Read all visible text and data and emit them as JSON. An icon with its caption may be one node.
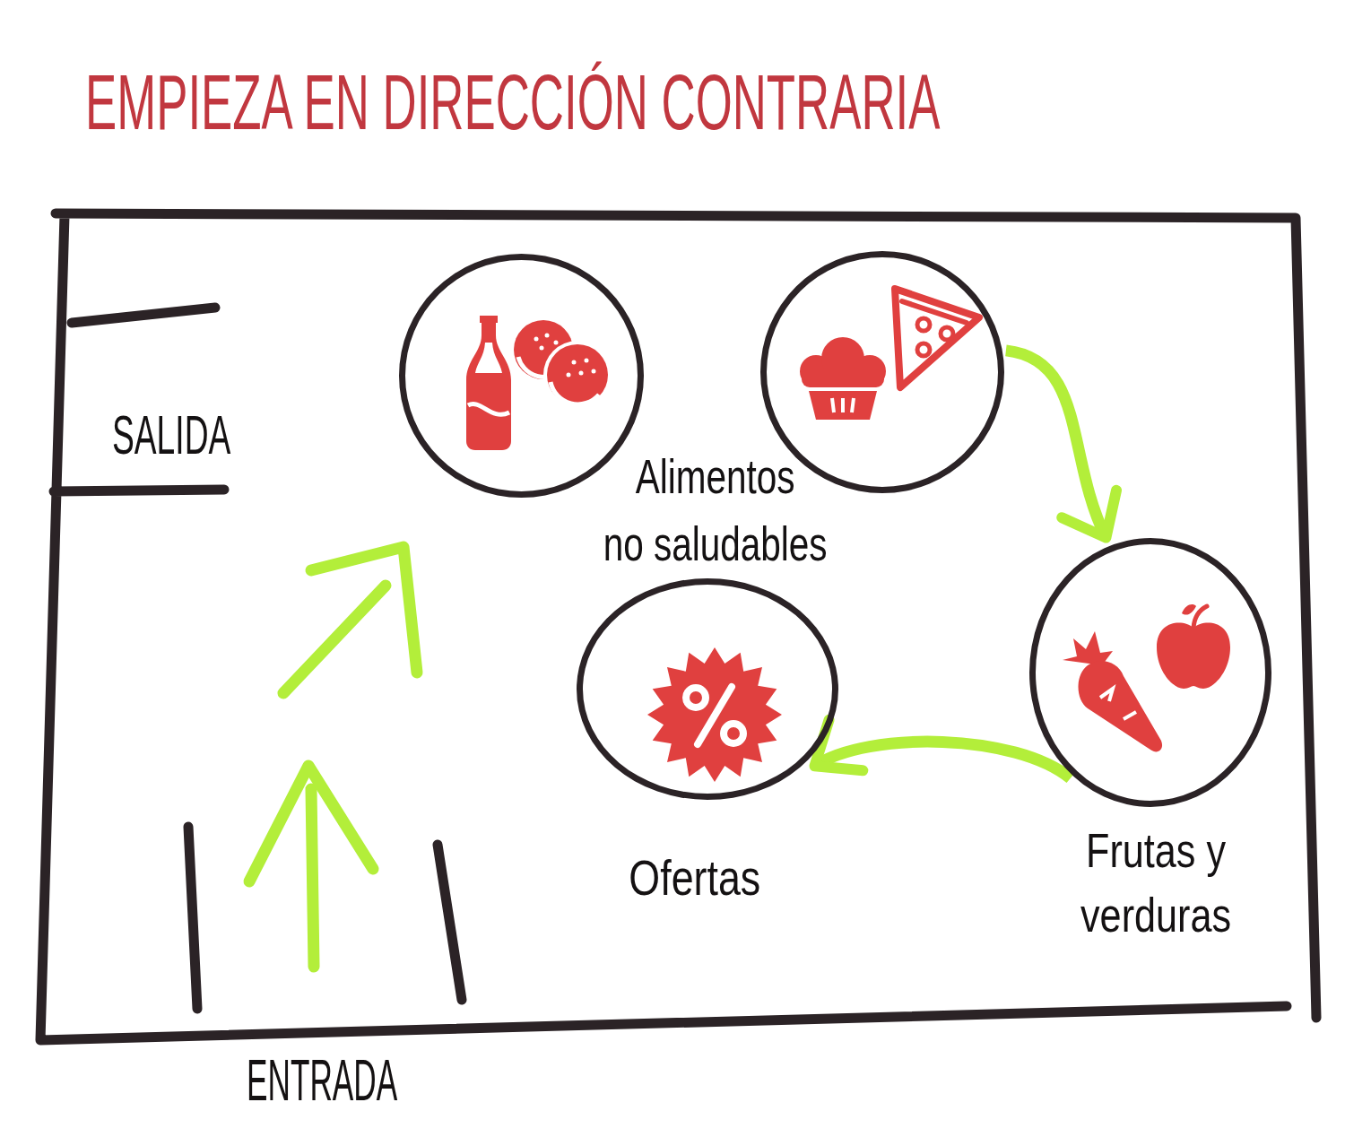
{
  "diagram": {
    "title": "EMPIEZA EN DIRECCIÓN CONTRARIA",
    "nodes": [
      {
        "text": [],
        "shape": "circle"
      },
      {
        "text": [],
        "shape": "circle"
      },
      {
        "text": [],
        "shape": "circle",
        "beside": [
          "Ofertas"
        ]
      },
      {
        "text": [],
        "shape": "circle",
        "beside": [
          "Frutas y verduras"
        ]
      }
    ],
    "edges": [
      {
        "from": 1,
        "to": 3,
        "arrow": "to"
      },
      {
        "from": 3,
        "to": 2,
        "arrow": "to"
      }
    ],
    "labels": [
      "SALIDA",
      "Alimentos no saludables",
      "ENTRADA"
    ]
  }
}
